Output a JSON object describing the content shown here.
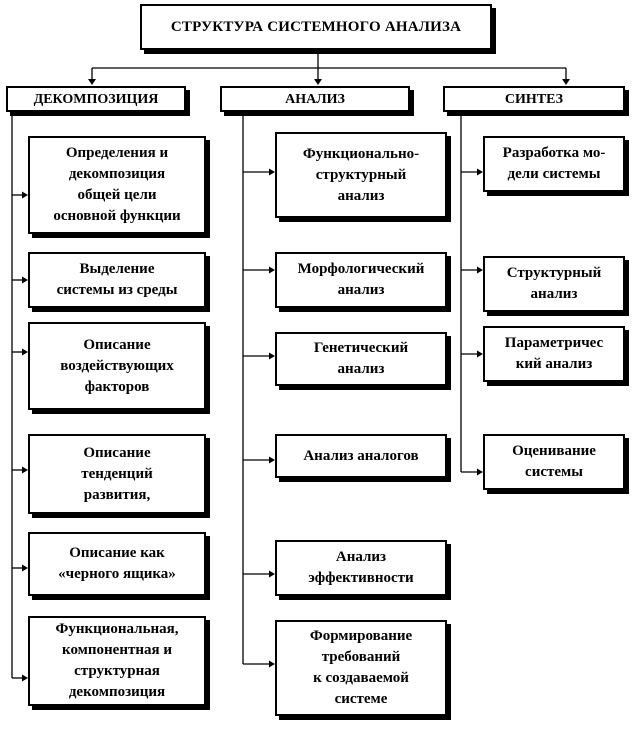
{
  "title": "СТРУКТУРА СИСТЕМНОГО АНАЛИЗА",
  "columns": {
    "decomposition": {
      "header": "ДЕКОМПОЗИЦИЯ",
      "items": [
        "Определения и\nдекомпозиция\nобщей цели\nосновной функции",
        "Выделение\nсистемы из среды",
        "Описание\nвоздействующих\nфакторов",
        "Описание\nтенденций\nразвития,",
        "Описание как\n«черного ящика»",
        "Функциональная,\nкомпонентная и\nструктурная\nдекомпозиция"
      ]
    },
    "analysis": {
      "header": "АНАЛИЗ",
      "items": [
        "Функционально-\nструктурный\nанализ",
        "Морфологический\nанализ",
        "Генетический\nанализ",
        "Анализ аналогов",
        "Анализ\nэффективности",
        "Формирование\nтребований\nк создаваемой\nсистеме"
      ]
    },
    "synthesis": {
      "header": "СИНТЕЗ",
      "items": [
        "Разработка мо-\nдели системы",
        "Структурный\nанализ",
        "Параметричес\nкий анализ",
        "Оценивание\nсистемы"
      ]
    }
  }
}
